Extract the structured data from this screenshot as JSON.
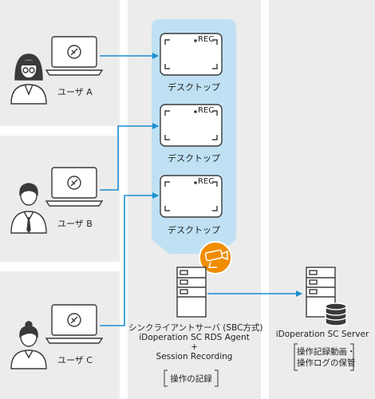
{
  "users": [
    {
      "label": "ユーザ A"
    },
    {
      "label": "ユーザ B"
    },
    {
      "label": "ユーザ C"
    }
  ],
  "desktops": [
    {
      "rec": "REC",
      "label": "デスクトップ"
    },
    {
      "rec": "REC",
      "label": "デスクトップ"
    },
    {
      "rec": "REC",
      "label": "デスクトップ"
    }
  ],
  "thin_client": {
    "line1": "シンクライアントサーバ (SBC方式)",
    "line2": "iDoperation SC RDS Agent",
    "line3": "+",
    "line4": "Session Recording",
    "bracket": "操作の記録"
  },
  "sc_server": {
    "name": "iDoperation SC Server",
    "bracket_line1": "操作記録動画・",
    "bracket_line2": "操作ログの保管"
  },
  "colors": {
    "panel_bg": "#ececec",
    "session_area": "#bfe1f3",
    "arrow": "#1a8fd0",
    "camera_badge": "#f08c00",
    "outline": "#3a3a3a"
  },
  "icons": {
    "user": "person-icon",
    "laptop": "laptop-icon",
    "rdp": "remote-desktop-icon",
    "camera": "camera-icon",
    "server": "server-icon",
    "database": "database-icon"
  }
}
